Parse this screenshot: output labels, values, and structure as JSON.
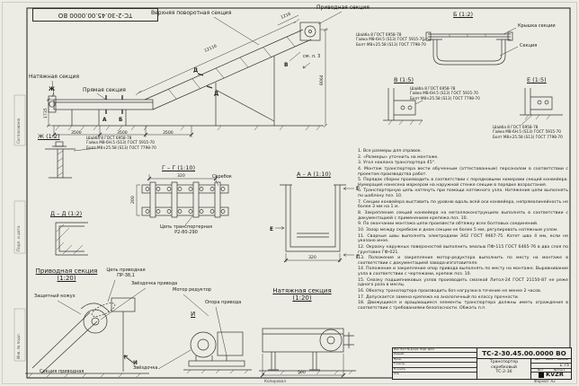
{
  "sheet": {
    "doc_number_top": "ТС-2-30.45.00.0000 ВО",
    "copied": "Копировал",
    "format": "Формат А2",
    "margin_top": "Согласовано",
    "margin_mid": "Подп. и дата",
    "margin_bot": "Инв. № подл."
  },
  "labels": {
    "upper_turn": "Верхняя поворотная секция",
    "drive_top": "Приводная секция",
    "tension": "Натяжная секция",
    "straight": "Прямая секция",
    "see_sheet": "см. л. 3",
    "view_b": "Б (1:2)",
    "cover": "Крышка секции",
    "section": "Секция",
    "view_v": "В (1:5)",
    "view_e": "Е (1:5)",
    "view_zh": "Ж (1:2)",
    "view_gg": "Г – Г (1:10)",
    "scraper": "Скребок",
    "chain1": "Цепь транспортерная",
    "chain2": "Р2-80-290",
    "view_dd": "Д – Д (1:2)",
    "view_aa": "А – А (1:10)",
    "drive_h1": "Приводная секция",
    "drive_h2": "(1:20)",
    "chain_dr1": "Цепь приводная",
    "chain_dr2": "ПР-38,1",
    "guard": "Защитный кожух",
    "sprocket_drive": "Звёздочка привода",
    "motor": "Мотор редуктор",
    "support": "Опора привода",
    "tension_h1": "Натяжная секция",
    "tension_h2": "(1:20)",
    "sprocket": "Звёздочка",
    "section_drive": "Секция приводная"
  },
  "callout": {
    "l1": "Шайба 8 ГОСТ 6958-78",
    "l2": "Гайка М8-6Н.5 (S13) ГОСТ 5915-70",
    "l3": "Болт М8×25.58 (S13) ГОСТ 7798-70"
  },
  "dims": {
    "d3500": "3500",
    "d1735": "1735",
    "d12116": "12116",
    "d1216": "1216",
    "d8064": "8064",
    "d320": "320",
    "d200": "200",
    "d500": "500"
  },
  "markers": {
    "a": "А",
    "b": "Б",
    "v": "В",
    "g": "Г",
    "d": "Д",
    "e": "Е",
    "zh": "Ж",
    "i": "И"
  },
  "notes": [
    "1. Все размеры для справок.",
    "2. «Размеры» уточнить на монтаже.",
    "3. Угол наклона транспортера 45°.",
    "4. Монтаж транспортера вести обученным (аттестованным) персоналом в соответствии с проектом производства работ.",
    "5. Порядок сборки производить в соответствии с порядковыми номерами секций конвейера. Нумерация нанесена маркером на наружной стенке секции в порядке возрастания.",
    "6. Транспортерную цепь натянуть при помощи натяжного узла. Натяжение цепи выполнять по шаблону поз. 10.",
    "7. Секции конвейера выставить по уровню вдоль всей оси конвейера, непрямолинейность не более 3 мм на 1 м.",
    "8. Закрепление секций конвейера на металлоконструкциях выполнять в соответствии с документацией с применением крепежа поз. 10.",
    "9. По окончании монтажа цепи произвести обтяжку всех болтовых соединений.",
    "10. Зазор между скребком и дном секции не более 5 мм, регулировать натяжным узлом.",
    "11. Сварные швы выполнять электродами Э42 ГОСТ 9467-75. Катет шва 4 мм, если не указано иное.",
    "12. Окраску наружных поверхностей выполнить эмалью ПФ-115 ГОСТ 6465-76 в два слоя по грунтовке ГФ-021.",
    "13. Положение и закрепление мотор-редуктора выполнить по месту на монтаже в соответствии с документацией завода-изготовителя.",
    "14. Положение и закрепление опор привода выполнять по месту на монтаже. Выравнивание узла в соответствии с чертежами, крепеж поз. 10.",
    "15. Смазку подшипниковых узлов производить смазкой Литол-24 ГОСТ 21150-87 не реже одного раза в месяц.",
    "16. Обкатку транспортера производить без нагрузки в течение не менее 2 часов.",
    "17. Допускается замена крепежа на аналогичный по классу прочности.",
    "18. Движущиеся и вращающиеся элементы транспортера должны иметь ограждения в соответствии с требованиями безопасности. Обжать п.п."
  ],
  "title_block": {
    "doc_number": "ТС-2-30.45.00.0000 ВО",
    "name_line1": "Транспортер",
    "name_line2": "скребковый",
    "name_line3": "ТС-2-30",
    "lit": "Лит.",
    "mass": "Масса",
    "scale_label": "Масштаб",
    "scale": "1:75",
    "sheet": "Лист",
    "sheets": "Листов 1",
    "logo": "KVZR",
    "row_header": "Изм. Лист № докум. Подп. Дата",
    "r1": "Разраб.",
    "r2": "Пров.",
    "r3": "Т.контр.",
    "r4": "Н.контр.",
    "r5": "Утв."
  }
}
